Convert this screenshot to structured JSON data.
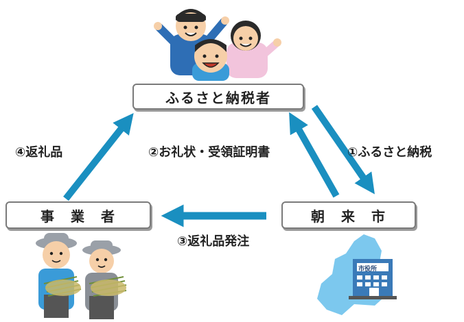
{
  "nodes": {
    "taxpayer": "ふるさと納税者",
    "business": "事　業　者",
    "city": "朝　来　市"
  },
  "flows": {
    "step1": "①ふるさと納税",
    "step2": "②お礼状・受領証明書",
    "step3": "③返礼品発注",
    "step4": "④返礼品"
  },
  "building_sign": "市役所",
  "colors": {
    "arrow": "#1a8fc0",
    "map": "#7cc8ee",
    "building": "#3a7ab8"
  },
  "icons": {
    "family": "family-illustration-icon",
    "farmers": "farmers-illustration-icon",
    "cityhall": "city-hall-map-icon"
  }
}
